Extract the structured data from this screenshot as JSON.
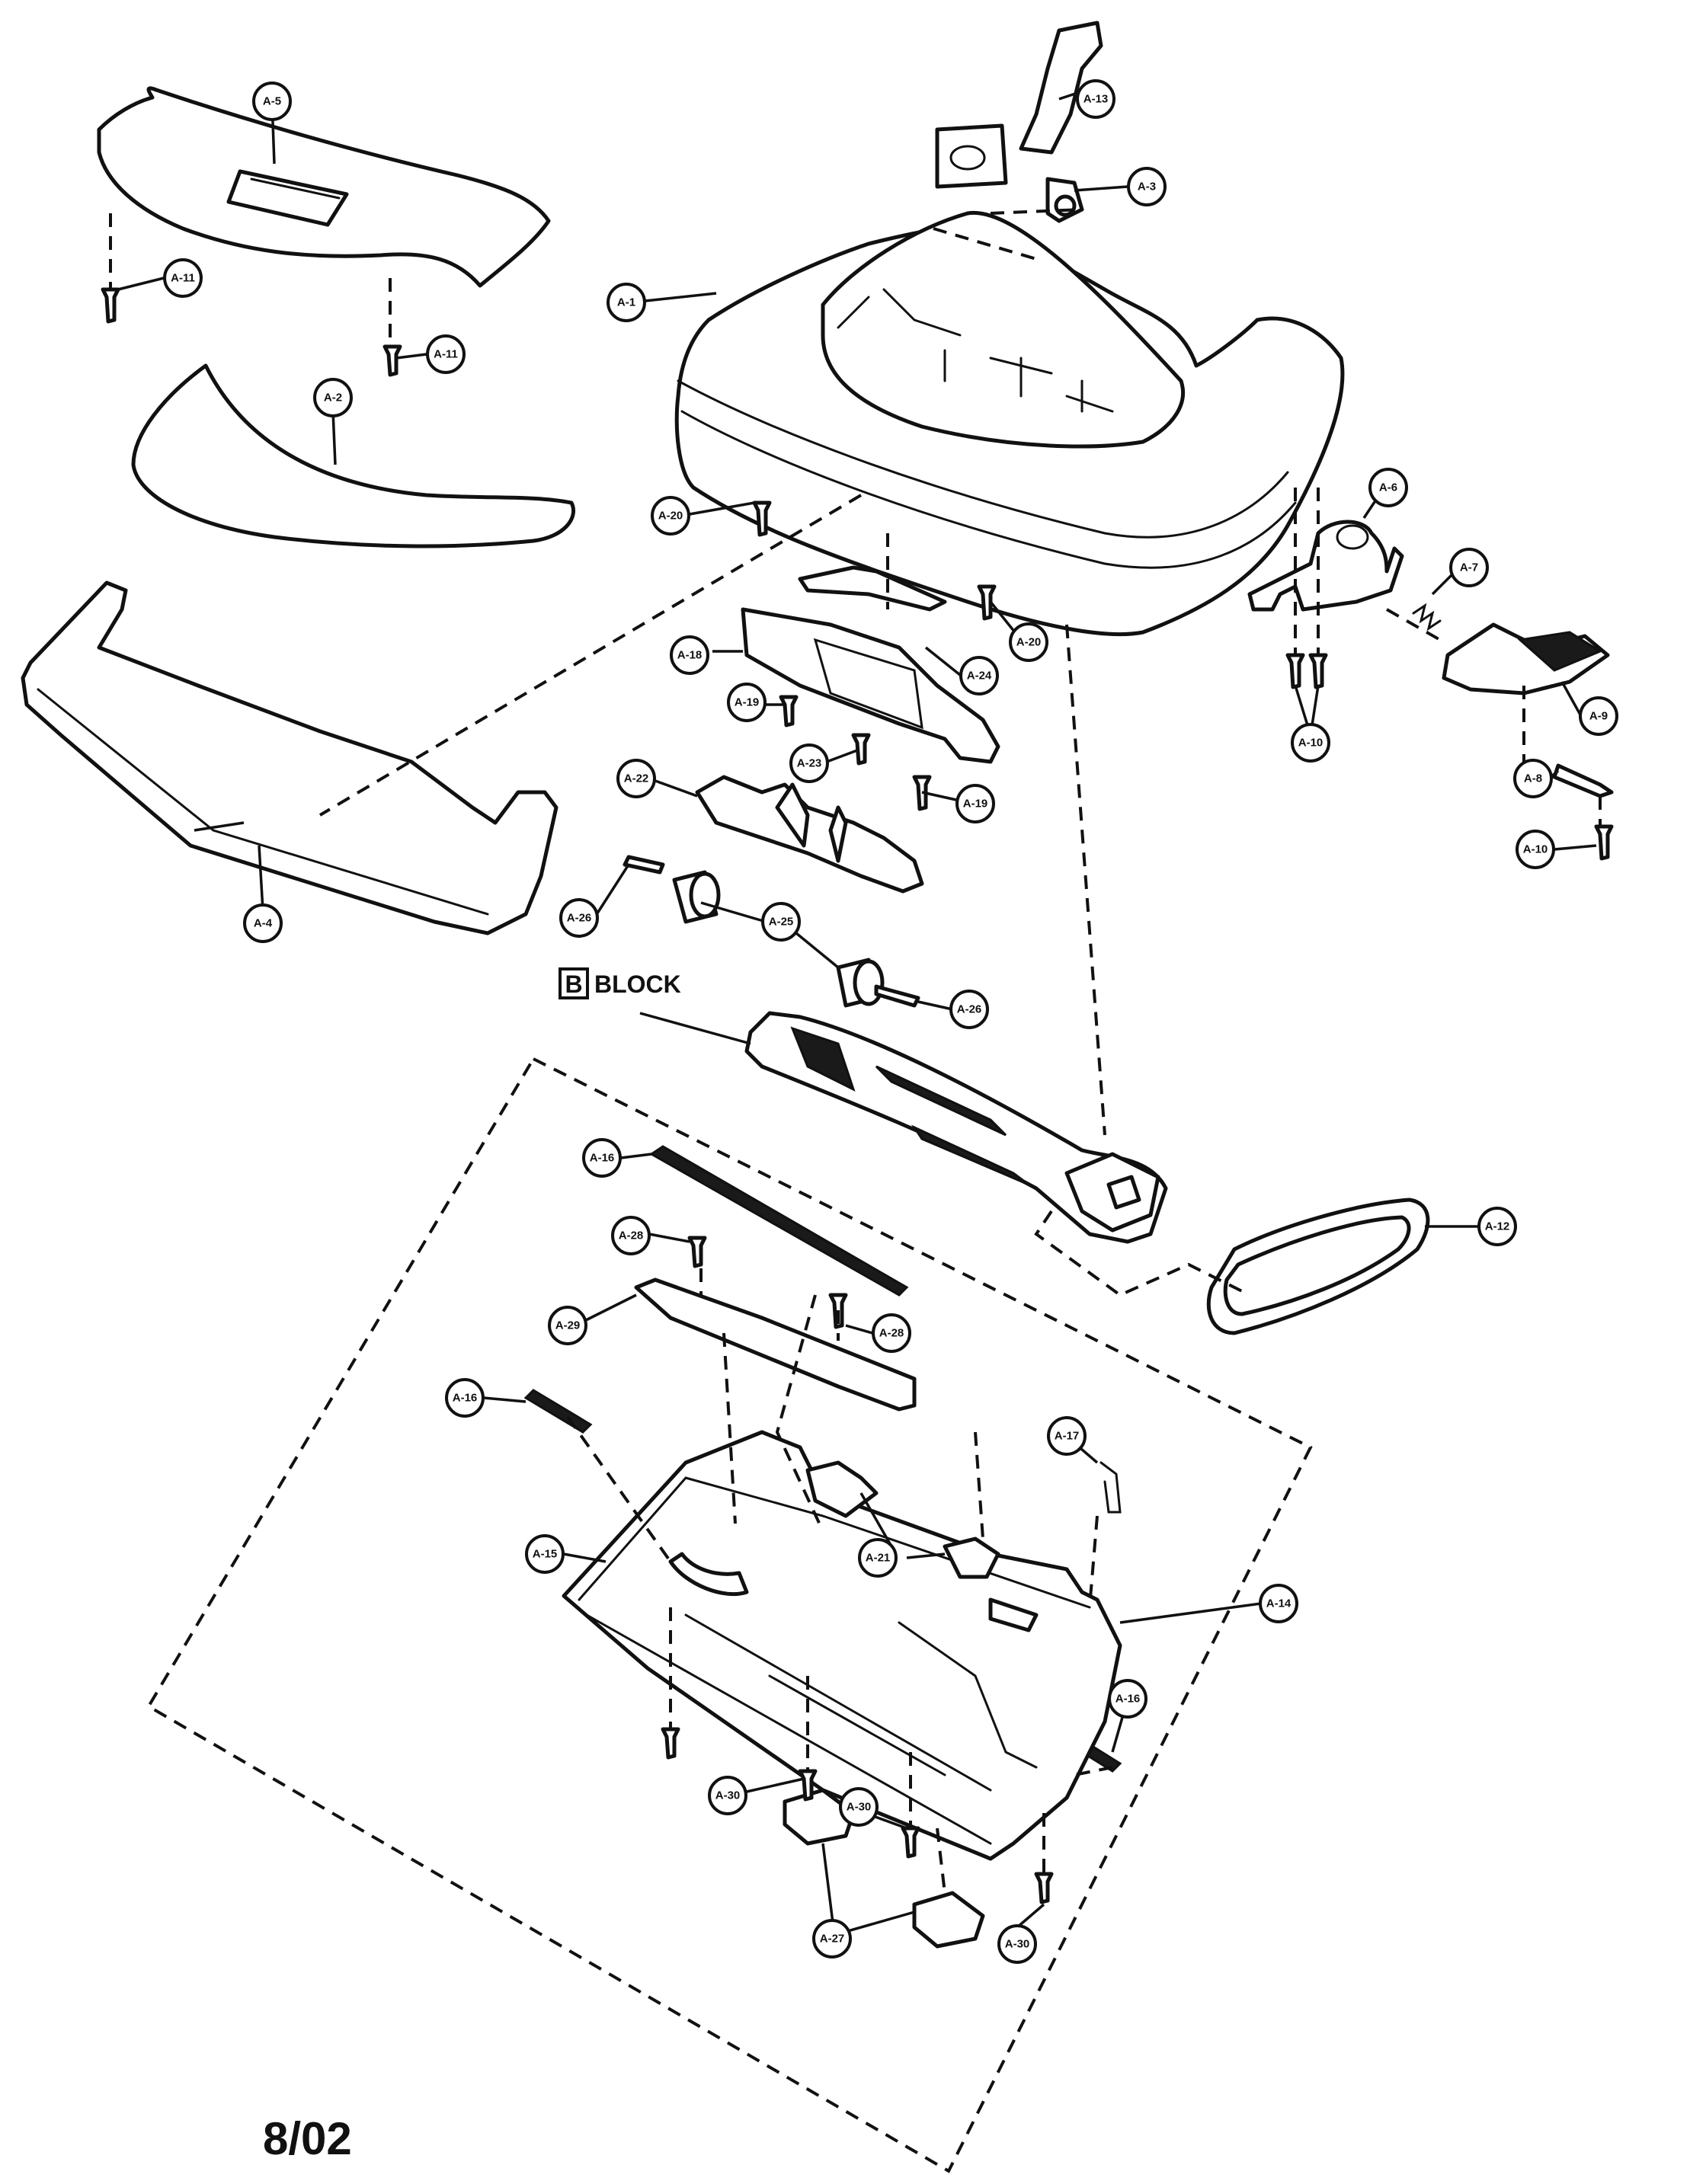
{
  "callouts": {
    "a1": "A-1",
    "a2": "A-2",
    "a3": "A-3",
    "a4": "A-4",
    "a5": "A-5",
    "a6": "A-6",
    "a7": "A-7",
    "a8": "A-8",
    "a9": "A-9",
    "a10a": "A-10",
    "a10b": "A-10",
    "a11a": "A-11",
    "a11b": "A-11",
    "a12": "A-12",
    "a13": "A-13",
    "a14": "A-14",
    "a15": "A-15",
    "a16a": "A-16",
    "a16b": "A-16",
    "a16c": "A-16",
    "a17": "A-17",
    "a18": "A-18",
    "a19a": "A-19",
    "a19b": "A-19",
    "a20a": "A-20",
    "a20b": "A-20",
    "a21": "A-21",
    "a22": "A-22",
    "a23": "A-23",
    "a24": "A-24",
    "a25": "A-25",
    "a26a": "A-26",
    "a26b": "A-26",
    "a27": "A-27",
    "a28a": "A-28",
    "a28b": "A-28",
    "a29": "A-29",
    "a30a": "A-30",
    "a30b": "A-30",
    "a30c": "A-30"
  },
  "block_ref": {
    "letter": "B",
    "label": "BLOCK"
  },
  "date_code": "8/02"
}
